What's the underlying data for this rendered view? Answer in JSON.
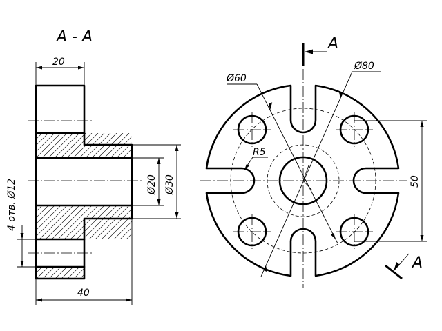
{
  "section_title": "A - A",
  "section_label": "A",
  "dimensions": {
    "width_hub": "20",
    "width_total": "40",
    "holes_note": "4 отв. Ø12",
    "bore": "Ø20",
    "hub_diameter": "Ø30",
    "inner_circle": "Ø60",
    "outer_circle": "Ø80",
    "radius": "R5",
    "height": "50"
  }
}
